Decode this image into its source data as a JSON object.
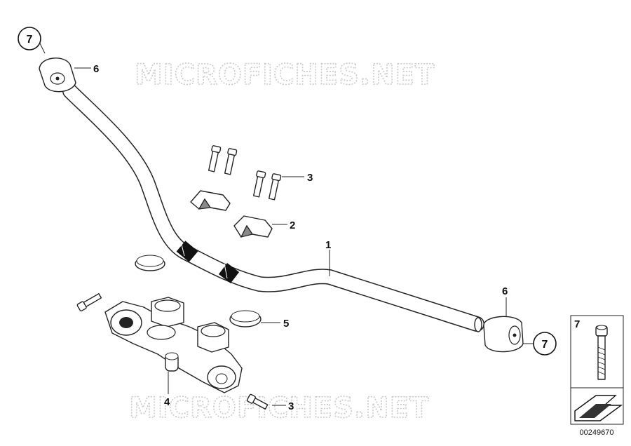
{
  "diagram": {
    "watermark_top": "MICROFICHES.NET",
    "watermark_bottom": "MICROFICHES.NET",
    "callouts": {
      "c1": "1",
      "c2": "2",
      "c3_top": "3",
      "c3_bottom": "3",
      "c4": "4",
      "c5": "5",
      "c6_left": "6",
      "c6_right": "6",
      "c7_left": "7",
      "c7_right": "7"
    },
    "inset": {
      "label": "7",
      "document_number": "00249670"
    }
  }
}
